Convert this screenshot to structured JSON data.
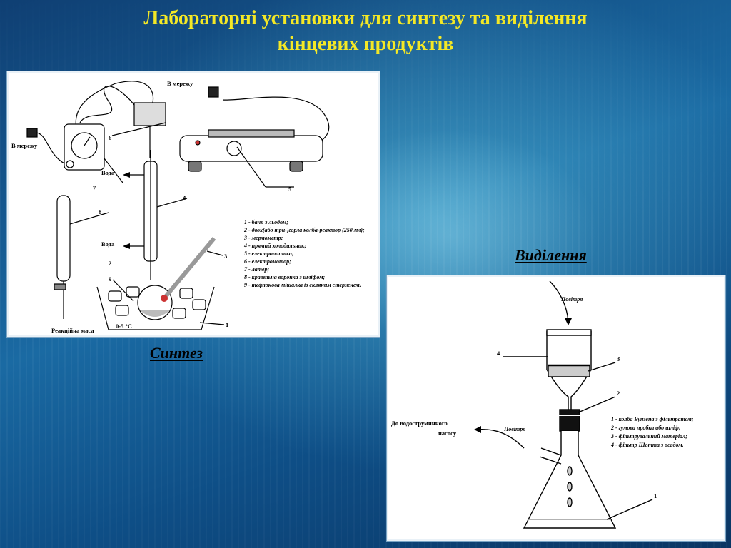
{
  "slide": {
    "title_line1": "Лабораторні установки для синтезу та виділення",
    "title_line2": "кінцевих продуктів"
  },
  "synthesis": {
    "caption": "Синтез",
    "labels": {
      "mains_top": "В мережу",
      "mains_left": "В мережу",
      "water_out": "Вода",
      "water_in": "Вода",
      "reaction_mass": "Реакційна маса",
      "temp": "0-5 °С"
    },
    "numbers": [
      "1",
      "2",
      "3",
      "4",
      "5",
      "6",
      "7",
      "8",
      "9"
    ],
    "legend": [
      "1 - баня з льодом;",
      "2 - двох(або три-)горла колба-реактор (250 мл);",
      "3 - мермометр;",
      "4 - прямий холодильник;",
      "5 - електроплитка;",
      "6 - електромотор;",
      "7 - латер;",
      "8 - кравельна воронка з шліфом;",
      "9 - тефлонова мішалка із скляним стержнем."
    ]
  },
  "separation": {
    "caption": "Виділення",
    "labels": {
      "air_top": "Повітря",
      "air_side": "Повітря",
      "pump_line1": "До водоструминного",
      "pump_line2": "насосу"
    },
    "numbers": [
      "1",
      "2",
      "3",
      "4"
    ],
    "legend": [
      "1 - колба Бунзена з фільтратом;",
      "2 - гумова пробка або шліф;",
      "3 - фільтрувальний матеріал;",
      "4 - фільтр Шотта з осадом."
    ]
  },
  "colors": {
    "title": "#f4e826",
    "background": "#1a6aa3"
  }
}
